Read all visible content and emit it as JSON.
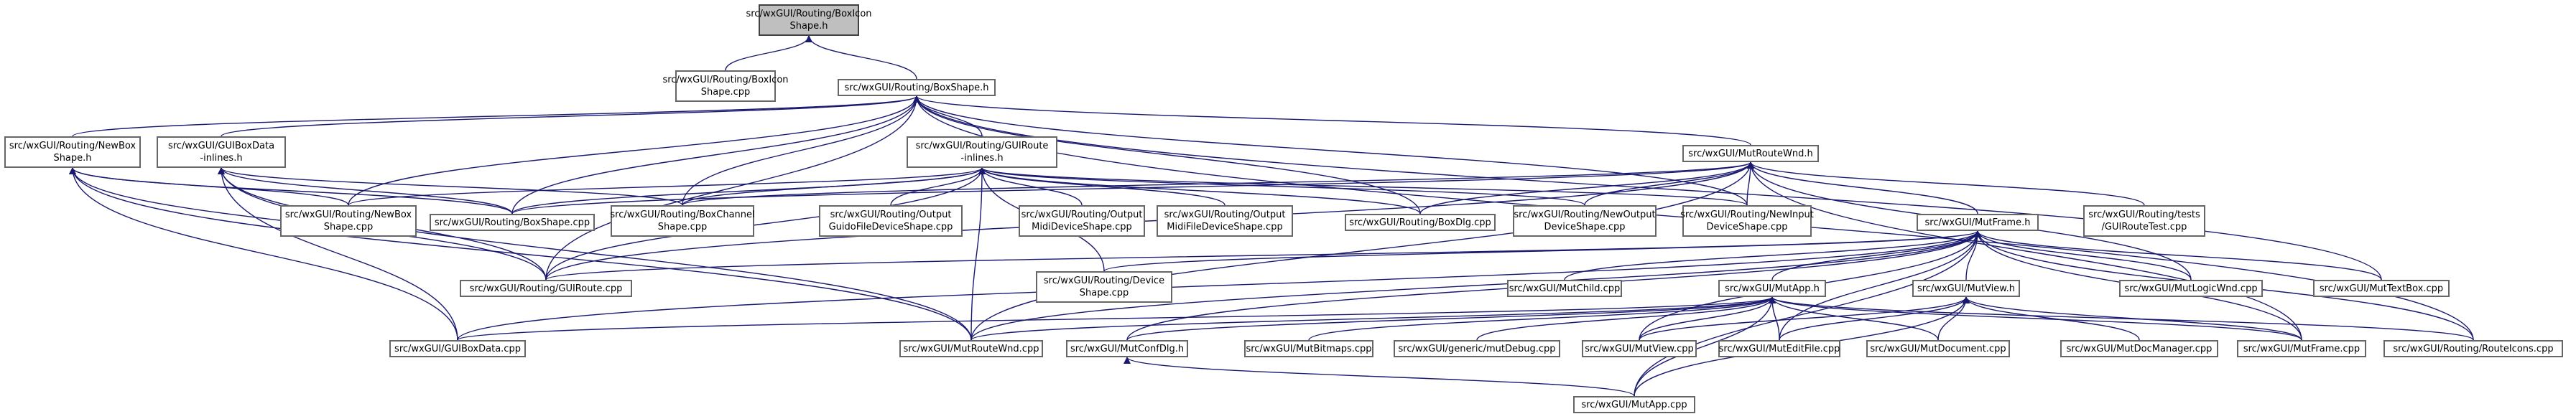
{
  "graph": {
    "nodes": [
      {
        "id": "boxicon_h",
        "label": "src/wxGUI/Routing/BoxIcon\nShape.h",
        "root": true
      },
      {
        "id": "boxicon_cpp",
        "label": "src/wxGUI/Routing/BoxIcon\nShape.cpp"
      },
      {
        "id": "boxshape_h",
        "label": "src/wxGUI/Routing/BoxShape.h"
      },
      {
        "id": "newbox_h",
        "label": "src/wxGUI/Routing/NewBox\nShape.h"
      },
      {
        "id": "guiboxdata_inl",
        "label": "src/wxGUI/GUIBoxData\n-inlines.h"
      },
      {
        "id": "guiroute_inl",
        "label": "src/wxGUI/Routing/GUIRoute\n-inlines.h"
      },
      {
        "id": "mutroutewnd_h",
        "label": "src/wxGUI/MutRouteWnd.h"
      },
      {
        "id": "newbox_cpp",
        "label": "src/wxGUI/Routing/NewBox\nShape.cpp"
      },
      {
        "id": "boxshape_cpp",
        "label": "src/wxGUI/Routing/BoxShape.cpp"
      },
      {
        "id": "boxchannel_cpp",
        "label": "src/wxGUI/Routing/BoxChannel\nShape.cpp"
      },
      {
        "id": "outguido_cpp",
        "label": "src/wxGUI/Routing/Output\nGuidoFileDeviceShape.cpp"
      },
      {
        "id": "outmidi_cpp",
        "label": "src/wxGUI/Routing/Output\nMidiDeviceShape.cpp"
      },
      {
        "id": "outmidifile_cpp",
        "label": "src/wxGUI/Routing/Output\nMidiFileDeviceShape.cpp"
      },
      {
        "id": "boxdlg_cpp",
        "label": "src/wxGUI/Routing/BoxDlg.cpp"
      },
      {
        "id": "newoutput_cpp",
        "label": "src/wxGUI/Routing/NewOutput\nDeviceShape.cpp"
      },
      {
        "id": "newinput_cpp",
        "label": "src/wxGUI/Routing/NewInput\nDeviceShape.cpp"
      },
      {
        "id": "mutframe_h",
        "label": "src/wxGUI/MutFrame.h"
      },
      {
        "id": "guiroutetest_cpp",
        "label": "src/wxGUI/Routing/tests\n/GUIRouteTest.cpp"
      },
      {
        "id": "guiroute_cpp",
        "label": "src/wxGUI/Routing/GUIRoute.cpp"
      },
      {
        "id": "device_cpp",
        "label": "src/wxGUI/Routing/Device\nShape.cpp"
      },
      {
        "id": "mutchild_cpp",
        "label": "src/wxGUI/MutChild.cpp"
      },
      {
        "id": "mutapp_h",
        "label": "src/wxGUI/MutApp.h"
      },
      {
        "id": "mutview_h",
        "label": "src/wxGUI/MutView.h"
      },
      {
        "id": "mutlogicwnd_cpp",
        "label": "src/wxGUI/MutLogicWnd.cpp"
      },
      {
        "id": "muttextbox_cpp",
        "label": "src/wxGUI/MutTextBox.cpp"
      },
      {
        "id": "guiboxdata_cpp",
        "label": "src/wxGUI/GUIBoxData.cpp"
      },
      {
        "id": "mutroutewnd_cpp",
        "label": "src/wxGUI/MutRouteWnd.cpp"
      },
      {
        "id": "mutconfdlg_h",
        "label": "src/wxGUI/MutConfDlg.h"
      },
      {
        "id": "mutbitmaps_cpp",
        "label": "src/wxGUI/MutBitmaps.cpp"
      },
      {
        "id": "mutdebug_cpp",
        "label": "src/wxGUI/generic/mutDebug.cpp"
      },
      {
        "id": "mutview_cpp",
        "label": "src/wxGUI/MutView.cpp"
      },
      {
        "id": "muteditfile_cpp",
        "label": "src/wxGUI/MutEditFile.cpp"
      },
      {
        "id": "mutdocument_cpp",
        "label": "src/wxGUI/MutDocument.cpp"
      },
      {
        "id": "mutdocmanager_cpp",
        "label": "src/wxGUI/MutDocManager.cpp"
      },
      {
        "id": "mutframe_cpp",
        "label": "src/wxGUI/MutFrame.cpp"
      },
      {
        "id": "routeicons_cpp",
        "label": "src/wxGUI/Routing/RouteIcons.cpp"
      },
      {
        "id": "mutapp_cpp",
        "label": "src/wxGUI/MutApp.cpp"
      }
    ],
    "edges": [
      [
        "boxicon_h",
        "boxicon_cpp"
      ],
      [
        "boxicon_h",
        "boxshape_h"
      ],
      [
        "boxshape_h",
        "newbox_h"
      ],
      [
        "boxshape_h",
        "guiboxdata_inl"
      ],
      [
        "boxshape_h",
        "guiroute_inl"
      ],
      [
        "boxshape_h",
        "mutroutewnd_h"
      ],
      [
        "boxshape_h",
        "newbox_cpp"
      ],
      [
        "boxshape_h",
        "boxshape_cpp"
      ],
      [
        "boxshape_h",
        "boxchannel_cpp"
      ],
      [
        "boxshape_h",
        "boxdlg_cpp"
      ],
      [
        "boxshape_h",
        "newinput_cpp"
      ],
      [
        "boxshape_h",
        "guiroute_cpp"
      ],
      [
        "boxshape_h",
        "muttextbox_cpp"
      ],
      [
        "boxshape_h",
        "routeicons_cpp"
      ],
      [
        "newbox_h",
        "newbox_cpp"
      ],
      [
        "newbox_h",
        "boxshape_cpp"
      ],
      [
        "newbox_h",
        "guiroute_cpp"
      ],
      [
        "newbox_h",
        "guiboxdata_cpp"
      ],
      [
        "newbox_h",
        "mutroutewnd_cpp"
      ],
      [
        "guiboxdata_inl",
        "boxshape_cpp"
      ],
      [
        "guiboxdata_inl",
        "boxchannel_cpp"
      ],
      [
        "guiboxdata_inl",
        "guiroute_cpp"
      ],
      [
        "guiboxdata_inl",
        "guiboxdata_cpp"
      ],
      [
        "guiboxdata_inl",
        "mutroutewnd_cpp"
      ],
      [
        "guiroute_inl",
        "newbox_cpp"
      ],
      [
        "guiroute_inl",
        "boxshape_cpp"
      ],
      [
        "guiroute_inl",
        "boxchannel_cpp"
      ],
      [
        "guiroute_inl",
        "outguido_cpp"
      ],
      [
        "guiroute_inl",
        "outmidi_cpp"
      ],
      [
        "guiroute_inl",
        "outmidifile_cpp"
      ],
      [
        "guiroute_inl",
        "boxdlg_cpp"
      ],
      [
        "guiroute_inl",
        "newoutput_cpp"
      ],
      [
        "guiroute_inl",
        "newinput_cpp"
      ],
      [
        "guiroute_inl",
        "guiroute_cpp"
      ],
      [
        "guiroute_inl",
        "device_cpp"
      ],
      [
        "guiroute_inl",
        "mutroutewnd_cpp"
      ],
      [
        "mutroutewnd_h",
        "boxshape_cpp"
      ],
      [
        "mutroutewnd_h",
        "boxchannel_cpp"
      ],
      [
        "mutroutewnd_h",
        "boxdlg_cpp"
      ],
      [
        "mutroutewnd_h",
        "newoutput_cpp"
      ],
      [
        "mutroutewnd_h",
        "newinput_cpp"
      ],
      [
        "mutroutewnd_h",
        "mutframe_h"
      ],
      [
        "mutroutewnd_h",
        "guiroutetest_cpp"
      ],
      [
        "mutroutewnd_h",
        "guiroute_cpp"
      ],
      [
        "mutroutewnd_h",
        "mutlogicwnd_cpp"
      ],
      [
        "mutroutewnd_h",
        "mutroutewnd_cpp"
      ],
      [
        "mutroutewnd_h",
        "mutframe_cpp"
      ],
      [
        "mutframe_h",
        "guiroute_cpp"
      ],
      [
        "mutframe_h",
        "device_cpp"
      ],
      [
        "mutframe_h",
        "mutchild_cpp"
      ],
      [
        "mutframe_h",
        "mutapp_h"
      ],
      [
        "mutframe_h",
        "mutview_h"
      ],
      [
        "mutframe_h",
        "mutlogicwnd_cpp"
      ],
      [
        "mutframe_h",
        "muttextbox_cpp"
      ],
      [
        "mutframe_h",
        "guiboxdata_cpp"
      ],
      [
        "mutframe_h",
        "mutroutewnd_cpp"
      ],
      [
        "mutframe_h",
        "mutconfdlg_h"
      ],
      [
        "mutframe_h",
        "mutview_cpp"
      ],
      [
        "mutframe_h",
        "muteditfile_cpp"
      ],
      [
        "mutframe_h",
        "mutframe_cpp"
      ],
      [
        "mutframe_h",
        "routeicons_cpp"
      ],
      [
        "mutframe_h",
        "mutapp_cpp"
      ],
      [
        "mutapp_h",
        "guiboxdata_cpp"
      ],
      [
        "mutapp_h",
        "mutroutewnd_cpp"
      ],
      [
        "mutapp_h",
        "mutconfdlg_h"
      ],
      [
        "mutapp_h",
        "mutbitmaps_cpp"
      ],
      [
        "mutapp_h",
        "mutdebug_cpp"
      ],
      [
        "mutapp_h",
        "mutview_cpp"
      ],
      [
        "mutapp_h",
        "muteditfile_cpp"
      ],
      [
        "mutapp_h",
        "mutdocument_cpp"
      ],
      [
        "mutapp_h",
        "mutframe_cpp"
      ],
      [
        "mutapp_h",
        "routeicons_cpp"
      ],
      [
        "mutapp_h",
        "mutapp_cpp"
      ],
      [
        "mutview_h",
        "mutview_cpp"
      ],
      [
        "mutview_h",
        "muteditfile_cpp"
      ],
      [
        "mutview_h",
        "mutdocument_cpp"
      ],
      [
        "mutview_h",
        "mutdocmanager_cpp"
      ],
      [
        "mutview_h",
        "mutframe_cpp"
      ],
      [
        "mutview_h",
        "mutapp_cpp"
      ],
      [
        "mutconfdlg_h",
        "mutapp_cpp"
      ]
    ]
  }
}
